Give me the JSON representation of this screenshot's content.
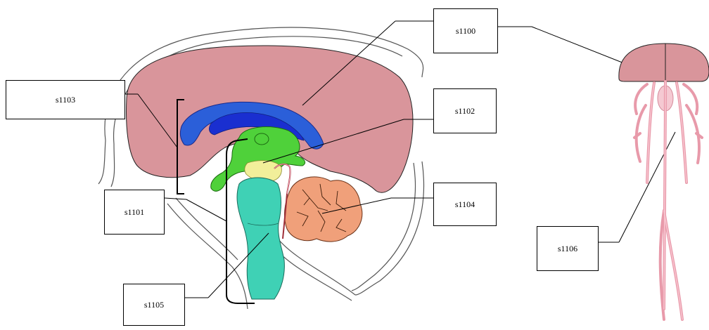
{
  "labels": {
    "s1100": "s1100",
    "s1101": "s1101",
    "s1102": "s1102",
    "s1103": "s1103",
    "s1104": "s1104",
    "s1105": "s1105",
    "s1106": "s1106"
  },
  "colors": {
    "cerebrum": "#d9959b",
    "corpus_callosum": "#2b5fd9",
    "fornix": "#1a2fd0",
    "thalamus": "#4fd13a",
    "hypothalamus": "#f2ef9a",
    "brainstem": "#3fd1b5",
    "cerebellum": "#f0a07a",
    "nerves": "#f2a7b8",
    "outline": "#000000"
  }
}
